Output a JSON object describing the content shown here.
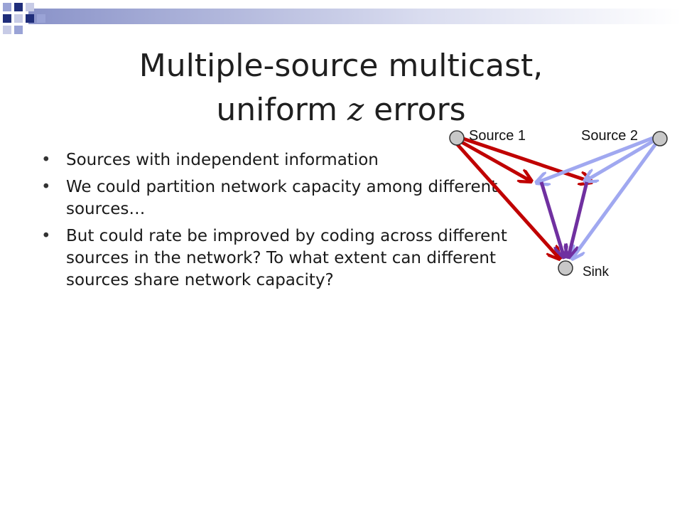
{
  "slide": {
    "title_line1": "Multiple-source multicast,",
    "title_line2_pre": "uniform ",
    "title_line2_var": "z",
    "title_line2_post": " errors",
    "bullets": [
      "Sources with independent information",
      "We could partition network capacity among different sources…",
      "But could rate be improved by coding across different sources in the network? To what extent can different sources share network capacity?"
    ]
  },
  "diagram": {
    "source1_label": "Source 1",
    "source2_label": "Source 2",
    "sink_label": "Sink",
    "colors": {
      "source1_edges": "#c00000",
      "source2_edges": "#a0a8f0",
      "mixed_edges": "#7030a0",
      "node_fill": "#c8c8c8"
    }
  },
  "decoration": {
    "corner_colors": [
      "#1f2d7a",
      "#9aa3d6",
      "#c7cbe6"
    ]
  }
}
